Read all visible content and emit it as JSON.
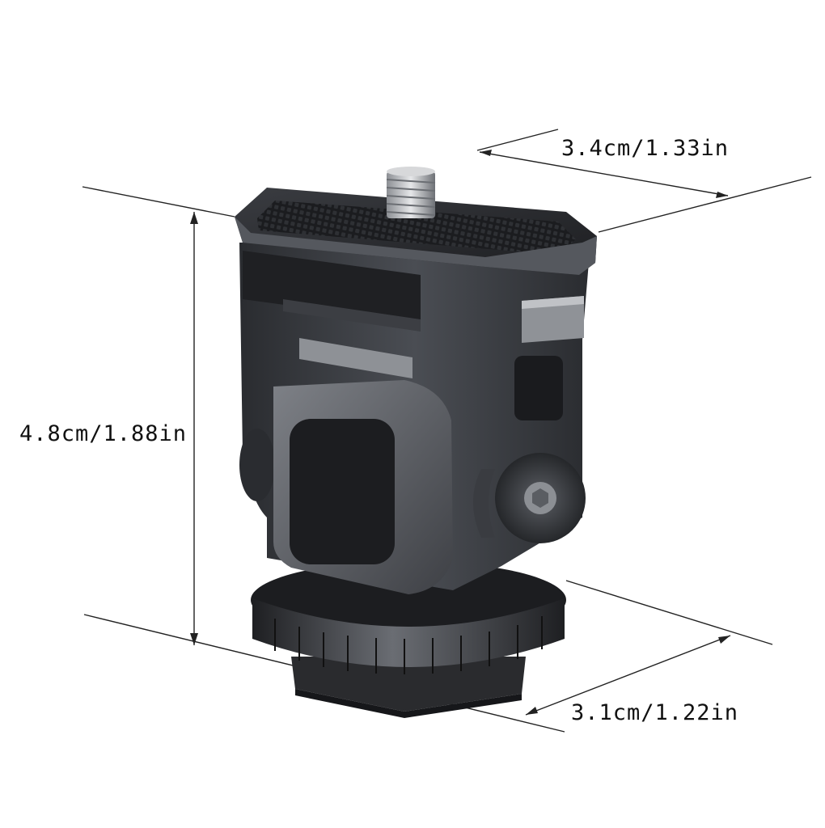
{
  "dimensions": {
    "top_width": "3.4cm/1.33in",
    "height": "4.8cm/1.88in",
    "bottom_width": "3.1cm/1.22in"
  },
  "colors": {
    "background": "#ffffff",
    "dimension_line": "#222222",
    "metal_dark": "#2b2d31",
    "metal_mid": "#5a5d63",
    "metal_light": "#9a9da3"
  },
  "product": {
    "icon": "camera-cold-shoe-mount-icon"
  }
}
